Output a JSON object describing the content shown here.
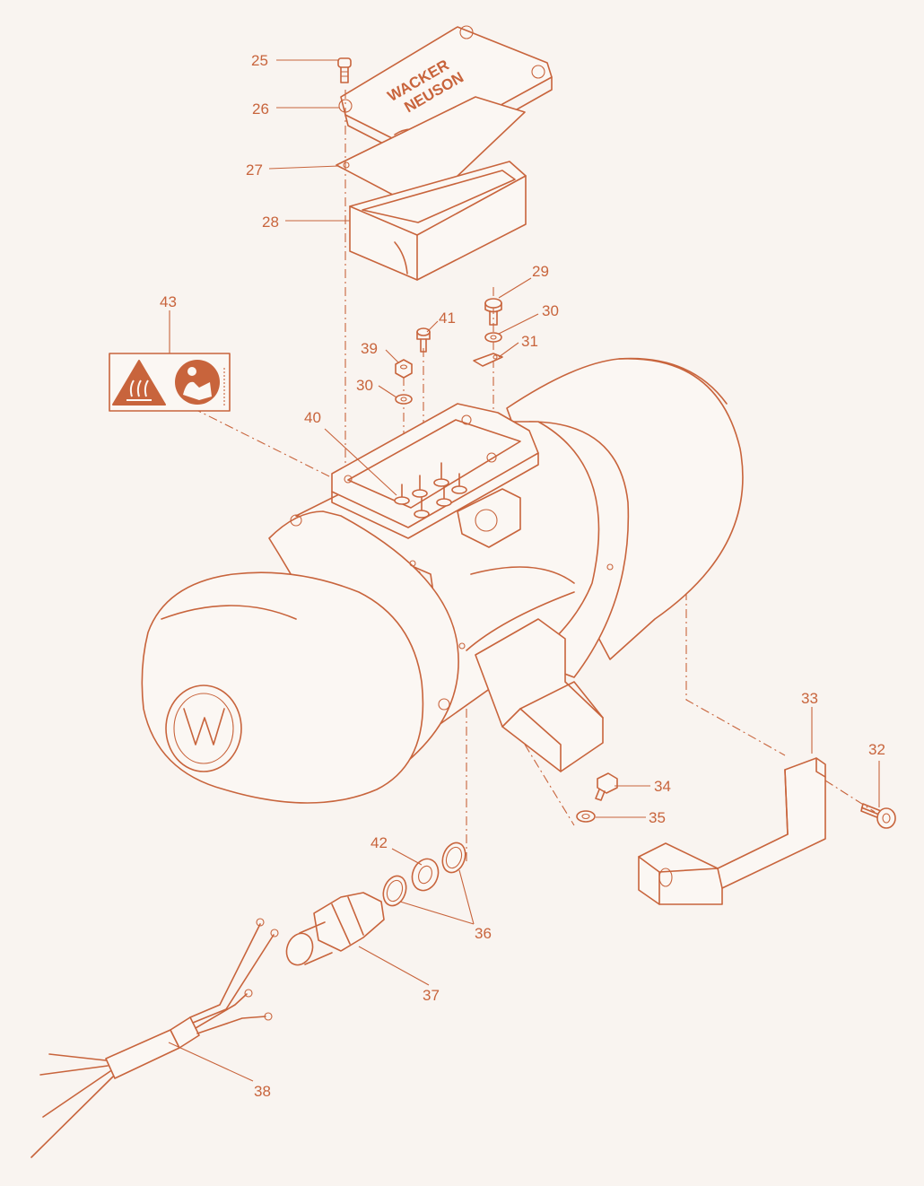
{
  "diagram": {
    "type": "exploded-parts-diagram",
    "accent_color": "#c8643c",
    "background_color": "#f9f4f0",
    "cover_logo": [
      "WACKER",
      "NEUSON"
    ],
    "callouts": [
      {
        "id": "p25",
        "label": "25"
      },
      {
        "id": "p26",
        "label": "26"
      },
      {
        "id": "p27",
        "label": "27"
      },
      {
        "id": "p28",
        "label": "28"
      },
      {
        "id": "p29",
        "label": "29"
      },
      {
        "id": "p30a",
        "label": "30"
      },
      {
        "id": "p31",
        "label": "31"
      },
      {
        "id": "p41",
        "label": "41"
      },
      {
        "id": "p39",
        "label": "39"
      },
      {
        "id": "p30b",
        "label": "30"
      },
      {
        "id": "p43",
        "label": "43"
      },
      {
        "id": "p40",
        "label": "40"
      },
      {
        "id": "p33",
        "label": "33"
      },
      {
        "id": "p32",
        "label": "32"
      },
      {
        "id": "p34",
        "label": "34"
      },
      {
        "id": "p35",
        "label": "35"
      },
      {
        "id": "p42",
        "label": "42"
      },
      {
        "id": "p36",
        "label": "36"
      },
      {
        "id": "p37",
        "label": "37"
      },
      {
        "id": "p38",
        "label": "38"
      }
    ],
    "icons": [
      "hot-surface-warning-icon",
      "read-manual-icon",
      "wacker-w-logo-icon"
    ]
  }
}
